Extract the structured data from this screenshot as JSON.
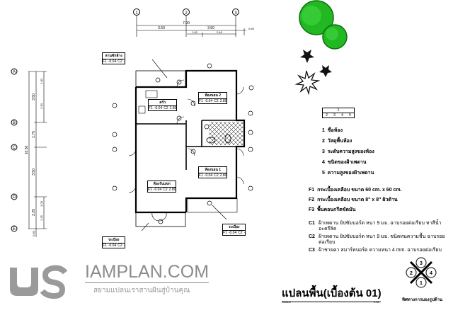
{
  "grid_columns": [
    "1",
    "2",
    "3"
  ],
  "grid_rows": [
    "A",
    "B",
    "C",
    "D",
    "E"
  ],
  "dimensions_horizontal": {
    "total": "7.00",
    "spans": [
      "3.50",
      "3.50"
    ],
    "sub_spans": [
      "1.00",
      "2.40"
    ],
    "overhang": "0.50"
  },
  "dimensions_vertical": {
    "total": "10.50",
    "spans": [
      "3.50",
      "1.75",
      "3.50",
      "2.25"
    ],
    "sub_spans": [
      "1.00",
      "2.50",
      "1.00",
      "1.25"
    ],
    "overhang": "0.50"
  },
  "rooms": [
    {
      "name": "ลานซักล้าง",
      "floor": "F1",
      "level": "-0.04",
      "ceiling": "C2",
      "height": "-"
    },
    {
      "name": "ครัว",
      "floor": "F1",
      "level": "-0.04",
      "ceiling": "C2",
      "height": "2.80"
    },
    {
      "name": "ห้องนอน 2",
      "floor": "F1",
      "level": "-0.04",
      "ceiling": "C2",
      "height": "2.80"
    },
    {
      "name": "ห้องนอน 1",
      "floor": "F1",
      "level": "-0.04",
      "ceiling": "C2",
      "height": "2.80"
    },
    {
      "name": "ห้องรับแขก",
      "floor": "F1",
      "level": "-0.04",
      "ceiling": "C2",
      "height": "2.80"
    },
    {
      "name": "ระเบียง",
      "floor": "F1",
      "level": "-0.04",
      "ceiling": "C2",
      "height": "-"
    },
    {
      "name": "ระเบียง",
      "floor": "F1",
      "level": "-0.04",
      "ceiling": "C2",
      "height": "-"
    }
  ],
  "legend": {
    "key_top": "1",
    "key_bottom": [
      "2",
      "3",
      "4",
      "5"
    ],
    "items": [
      {
        "num": "1",
        "label": "ชื่อห้อง"
      },
      {
        "num": "2",
        "label": "วัสดุพื้นห้อง"
      },
      {
        "num": "3",
        "label": "ระดับความสูงของห้อง"
      },
      {
        "num": "4",
        "label": "ชนิดของฝ้าเพดาน"
      },
      {
        "num": "5",
        "label": "ความสูงของฝ้าเพดาน"
      }
    ],
    "floors": [
      {
        "code": "F1",
        "label": "กระเบื้องเคลือบ ขนาด 60 cm. x 60 cm."
      },
      {
        "code": "F2",
        "label": "กระเบื้องเคลือบ ขนาด 8\" x 8\" ผิวด้าน"
      },
      {
        "code": "F3",
        "label": "พื้นคอนกรีตขัดมัน"
      }
    ],
    "ceilings": [
      {
        "code": "C1",
        "label": "ฝ้าเพดาน ยิปซัมบอร์ด หนา 9 มม. ฉาบรอยต่อเรียบ ทาสีน้ำอะครีลิค"
      },
      {
        "code": "C2",
        "label": "ฝ้าเพดาน ยิปซัมบอร์ด หนา 9 มม. ชนิดทนความชื้น ฉาบรอยต่อเรียบ"
      },
      {
        "code": "C3",
        "label": "ฝ้าชายคา สมาร์ทบอร์ด ความหนา 4 mm. ฉาบรอยต่อเรียบ"
      }
    ]
  },
  "logo": {
    "brand": "IAMPLAN.COM",
    "tagline": "สยามแปลนเราสานฝันสู่บ้านคุณ"
  },
  "title": {
    "text": "แปลนพื้น(เบื้องต้น 01)",
    "scale_label": "SCALE",
    "scale_value": "1:50"
  },
  "compass": {
    "labels": [
      "1",
      "2",
      "3",
      "4"
    ],
    "caption": "ทิศทางการมองรูปด้าน"
  },
  "colors": {
    "tree": "#22b822",
    "tree_dark": "#0c6e0c",
    "logo": "#8c8c8c",
    "tile_hatch": "#000000"
  }
}
